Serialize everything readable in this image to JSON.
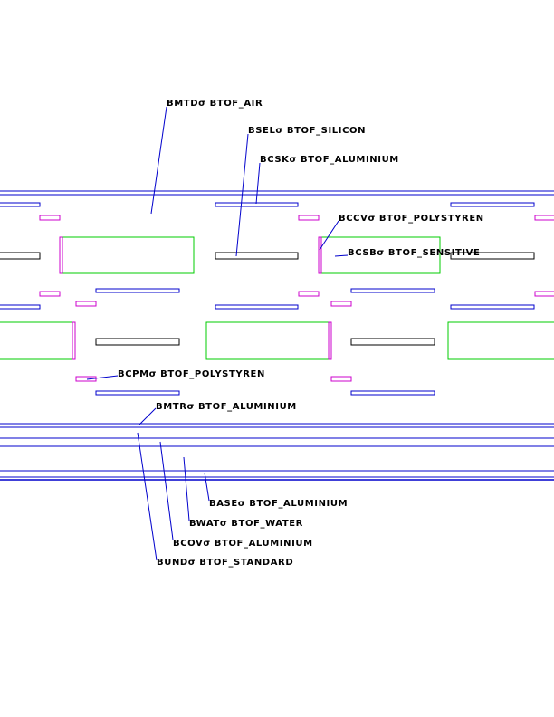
{
  "colors": {
    "blue": "#0000cc",
    "black": "#000000",
    "green": "#00cc00",
    "magenta": "#cc00cc"
  },
  "labels": {
    "bmtd": "BMTDσ BTOF_AIR",
    "bsel": "BSELσ BTOF_SILICON",
    "bcsk": "BCSKσ BTOF_ALUMINIUM",
    "bccv": "BCCVσ BTOF_POLYSTYREN",
    "bcsb": "BCSBσ BTOF_SENSITIVE",
    "bcpm": "BCPMσ BTOF_POLYSTYREN",
    "bmtr": "BMTRσ BTOF_ALUMINIUM",
    "base": "BASEσ BTOF_ALUMINIUM",
    "bwat": "BWATσ BTOF_WATER",
    "bcov": "BCOVσ BTOF_ALUMINIUM",
    "bund": "BUNDσ BTOF_STANDARD"
  }
}
